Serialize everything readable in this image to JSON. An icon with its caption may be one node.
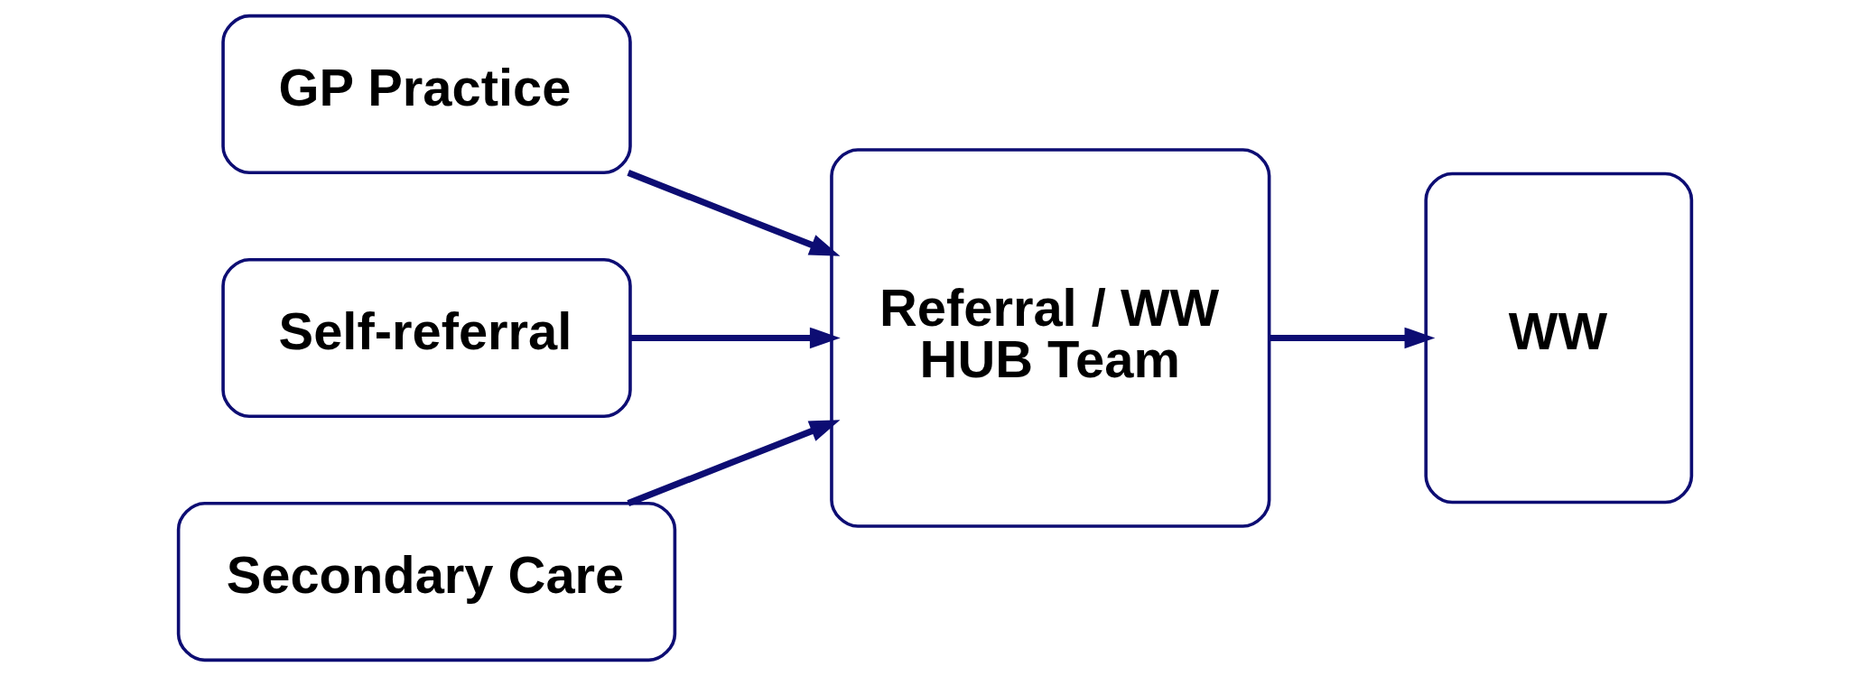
{
  "diagram": {
    "nodes": [
      {
        "text": [
          "GP Practice"
        ]
      },
      {
        "text": [
          "Self-referral"
        ]
      },
      {
        "text": [
          "Secondary Care"
        ]
      },
      {
        "text": [
          "Referral / WW HUB Team"
        ]
      },
      {
        "text": [
          "WW"
        ]
      }
    ],
    "edges": [
      {
        "from": 0,
        "to": 3,
        "arrow": "to"
      },
      {
        "from": 1,
        "to": 3,
        "arrow": "to"
      },
      {
        "from": 2,
        "to": 3,
        "arrow": "to"
      },
      {
        "from": 3,
        "to": 4,
        "arrow": "to"
      }
    ]
  }
}
